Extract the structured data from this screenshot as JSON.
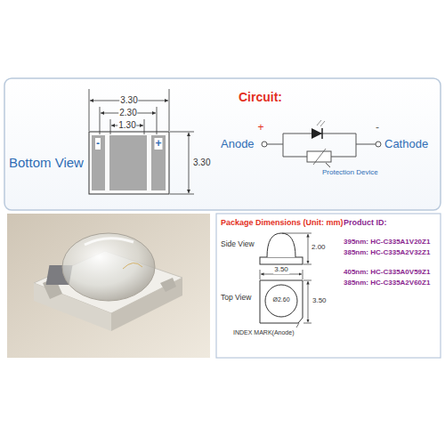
{
  "diagram": {
    "labels": [
      "Bottom View",
      "3.30",
      "2.30",
      "1.30",
      "-",
      "+",
      "3.30",
      "Circuit:",
      "+",
      "Anode",
      "-",
      "Cathode",
      "Protection Device",
      "Package Dimensions (Unit: mm)",
      "Side View",
      "2.00",
      "Top View",
      "3.50",
      "3.50",
      "Ø2.60",
      "INDEX MARK(Anode)",
      "Product ID:",
      "395nm: HC-C335A1V20Z1",
      "385nm: HC-C335A2V32Z1",
      "405nm: HC-C335A0V59Z1",
      "385nm: HC-C335A2V60Z1"
    ]
  }
}
